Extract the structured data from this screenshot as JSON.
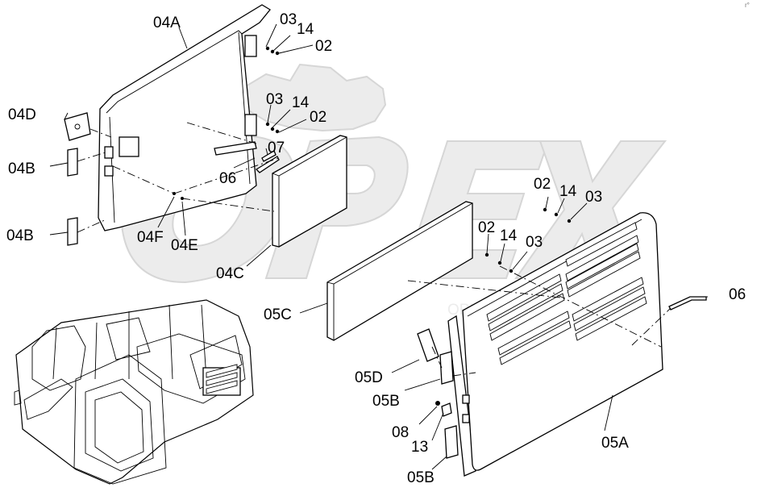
{
  "watermark": "OPEX",
  "corner_mark": "r°",
  "callouts": [
    {
      "id": "04A",
      "label": "04A"
    },
    {
      "id": "03a",
      "label": "03"
    },
    {
      "id": "14a",
      "label": "14"
    },
    {
      "id": "02a",
      "label": "02"
    },
    {
      "id": "04D",
      "label": "04D"
    },
    {
      "id": "03b",
      "label": "03"
    },
    {
      "id": "14b",
      "label": "14"
    },
    {
      "id": "02b",
      "label": "02"
    },
    {
      "id": "07",
      "label": "07"
    },
    {
      "id": "04B1",
      "label": "04B"
    },
    {
      "id": "06a",
      "label": "06"
    },
    {
      "id": "02c",
      "label": "02"
    },
    {
      "id": "14c",
      "label": "14"
    },
    {
      "id": "03c",
      "label": "03"
    },
    {
      "id": "04B2",
      "label": "04B"
    },
    {
      "id": "04F",
      "label": "04F"
    },
    {
      "id": "04E",
      "label": "04E"
    },
    {
      "id": "02d",
      "label": "02"
    },
    {
      "id": "14d",
      "label": "14"
    },
    {
      "id": "03d",
      "label": "03"
    },
    {
      "id": "04C",
      "label": "04C"
    },
    {
      "id": "06b",
      "label": "06"
    },
    {
      "id": "05C",
      "label": "05C"
    },
    {
      "id": "05D",
      "label": "05D"
    },
    {
      "id": "05B1",
      "label": "05B"
    },
    {
      "id": "08",
      "label": "08"
    },
    {
      "id": "13",
      "label": "13"
    },
    {
      "id": "05A",
      "label": "05A"
    },
    {
      "id": "05B2",
      "label": "05B"
    }
  ]
}
